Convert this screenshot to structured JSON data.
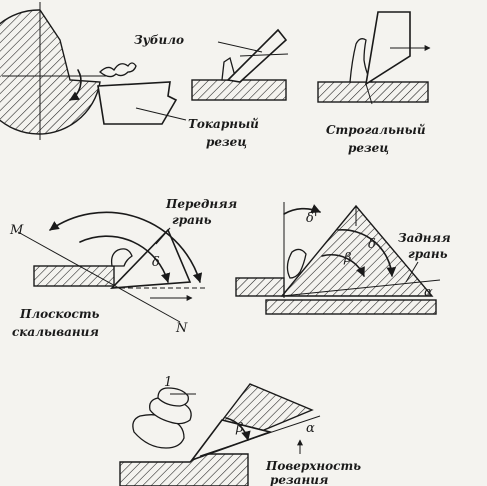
{
  "labels": {
    "chisel": "Зубило",
    "turning_tool_1": "Токарный",
    "turning_tool_2": "резец",
    "planing_tool_1": "Строгальный",
    "planing_tool_2": "резец",
    "rake_face_1": "Передняя",
    "rake_face_2": "грань",
    "shear_plane_1": "Плоскость",
    "shear_plane_2": "скалывания",
    "flank_face_1": "Задняя",
    "flank_face_2": "грань",
    "cutting_surface_1": "Поверхность",
    "cutting_surface_2": "резания"
  },
  "symbols": {
    "M": "M",
    "N": "N",
    "delta_angle": "δ",
    "delta_top": "δ'",
    "delta_right": "δ",
    "beta_right": "β",
    "alpha_right": "α",
    "beta_bottom": "β",
    "alpha_bottom": "α",
    "one": "1"
  }
}
